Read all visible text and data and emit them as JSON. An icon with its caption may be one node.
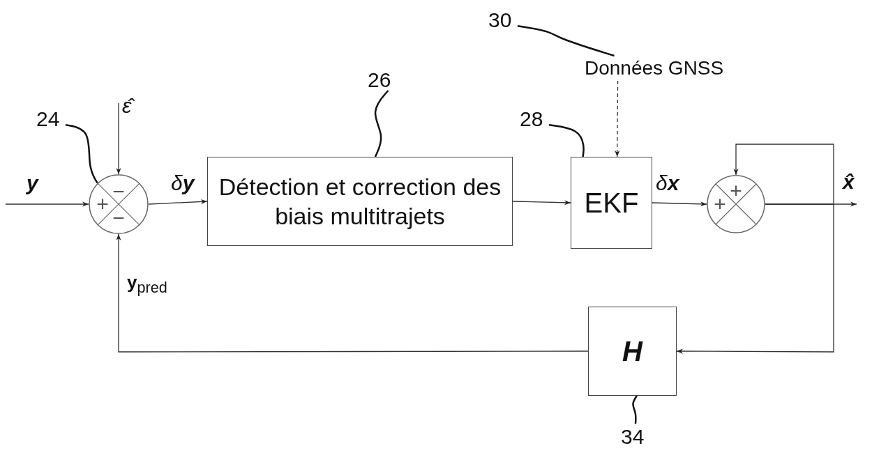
{
  "diagram": {
    "nodes": [
      {
        "text": [
          "−",
          "+",
          "−"
        ]
      },
      {
        "text": [
          "Détection et correction des biais multitrajets"
        ]
      },
      {
        "text": [
          "EKF"
        ]
      },
      {
        "text": [
          "+",
          "+"
        ]
      },
      {
        "text": [
          "H"
        ]
      },
      {
        "text": [
          "Données GNSS"
        ]
      },
      {
        "text": [
          "24"
        ]
      },
      {
        "text": [
          "26"
        ]
      },
      {
        "text": [
          "28"
        ]
      },
      {
        "text": [
          "30"
        ]
      },
      {
        "text": [
          "34"
        ]
      }
    ],
    "edges": [
      {
        "from": null,
        "to": 0,
        "arrow": "to",
        "label": "**y**"
      },
      {
        "from": null,
        "to": 0,
        "arrow": "to",
        "label": "ε̂"
      },
      {
        "from": 0,
        "to": 1,
        "arrow": "to",
        "label": "δ**y**"
      },
      {
        "from": 1,
        "to": 2,
        "arrow": "to"
      },
      {
        "from": 5,
        "to": 2,
        "arrow": "to",
        "style": "dashed"
      },
      {
        "from": 2,
        "to": 3,
        "arrow": "to",
        "label": "δ**x**"
      },
      {
        "from": 3,
        "to": null,
        "arrow": "to",
        "label": "**x̂**"
      },
      {
        "from": 3,
        "to": 3,
        "arrow": "to"
      },
      {
        "from": 3,
        "to": 4,
        "arrow": "to"
      },
      {
        "from": 4,
        "to": 0,
        "arrow": "to",
        "label": "**y**$_{pred}$"
      },
      {
        "from": 6,
        "to": 0,
        "arrow": "none"
      },
      {
        "from": 7,
        "to": 1,
        "arrow": "none"
      },
      {
        "from": 8,
        "to": 2,
        "arrow": "none"
      },
      {
        "from": 9,
        "to": 5,
        "arrow": "none"
      },
      {
        "from": 10,
        "to": 4,
        "arrow": "none"
      }
    ]
  }
}
